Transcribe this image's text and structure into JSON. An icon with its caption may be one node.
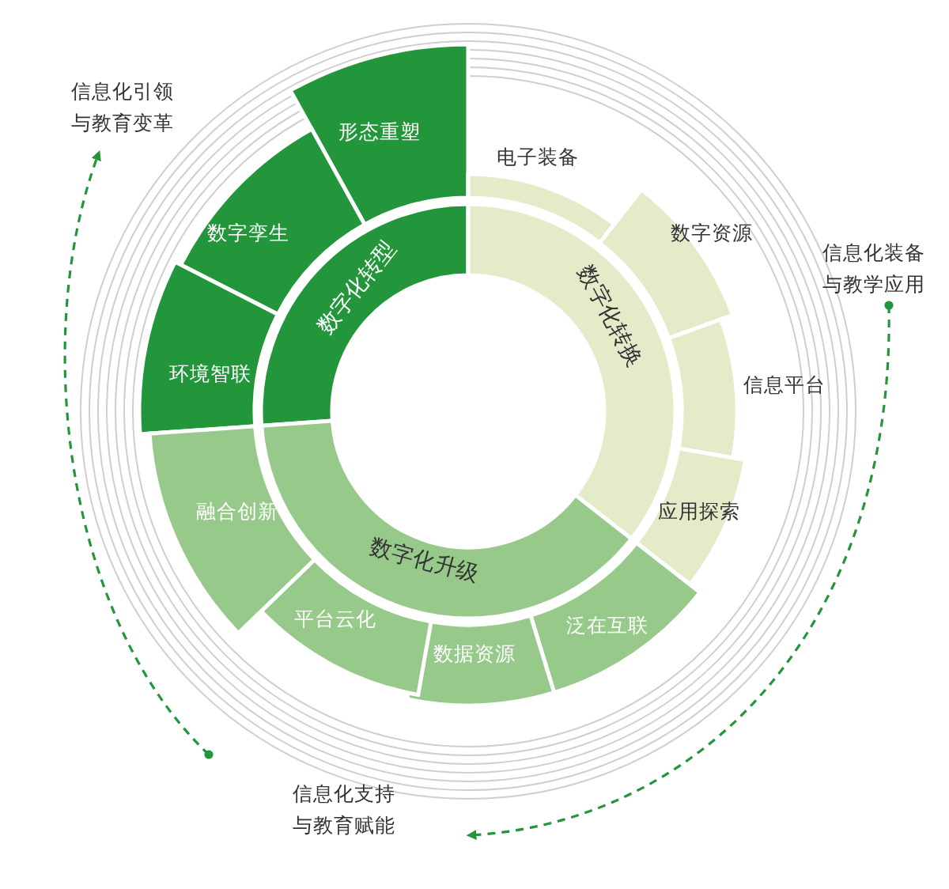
{
  "diagram": {
    "nodes": [
      {
        "text": [
          "数字化转型"
        ]
      },
      {
        "text": [
          "数字化转换"
        ]
      },
      {
        "text": [
          "数字化升级"
        ]
      },
      {
        "text": [
          "形态重塑"
        ]
      },
      {
        "text": [
          "数字孪生"
        ]
      },
      {
        "text": [
          "环境智联"
        ]
      },
      {
        "text": [
          "电子装备"
        ]
      },
      {
        "text": [
          "数字资源"
        ]
      },
      {
        "text": [
          "信息平台"
        ]
      },
      {
        "text": [
          "应用探索"
        ]
      },
      {
        "text": [
          "泛在互联"
        ]
      },
      {
        "text": [
          "数据资源"
        ]
      },
      {
        "text": [
          "平台云化"
        ]
      },
      {
        "text": [
          "融合创新"
        ]
      },
      {
        "text": [
          "信息化引领与教育变革"
        ]
      },
      {
        "text": [
          "信息化装备与教学应用"
        ]
      },
      {
        "text": [
          "信息化支持与教育赋能"
        ]
      }
    ],
    "edges": [
      {
        "from": 15,
        "to": 16,
        "arrow": "to",
        "style": "dashed"
      },
      {
        "from": 16,
        "to": 14,
        "arrow": "to",
        "style": "dashed"
      }
    ]
  }
}
